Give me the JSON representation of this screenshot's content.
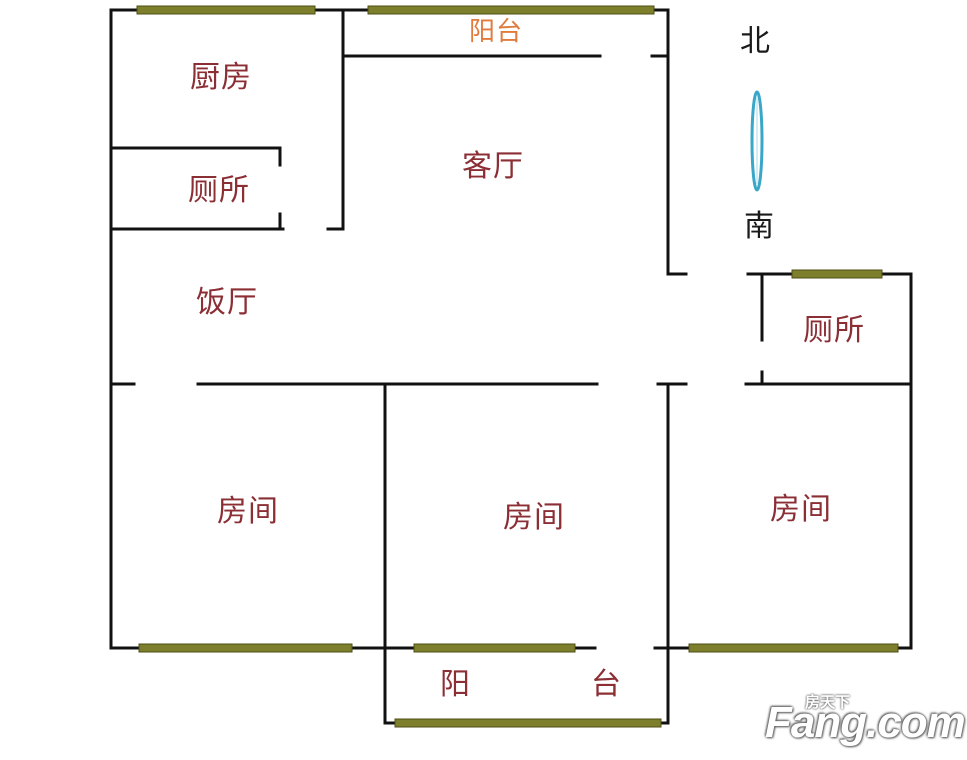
{
  "rooms": {
    "kitchen": "厨房",
    "toilet_1": "厕所",
    "dining": "饭厅",
    "living": "客厅",
    "balcony_north": "阳台",
    "toilet_2": "厕所",
    "bedroom_1": "房间",
    "bedroom_2": "房间",
    "bedroom_3": "房间",
    "balcony_south_1": "阳",
    "balcony_south_2": "台"
  },
  "compass": {
    "north": "北",
    "south": "南"
  },
  "watermark": {
    "small": "房天下",
    "big": "Fang.com"
  },
  "colors": {
    "wall": "#111111",
    "window": "#7d7f2c",
    "label": "#8b2f35",
    "balcony_label": "#e07b3c",
    "compass_needle": "#3aa6c8"
  }
}
